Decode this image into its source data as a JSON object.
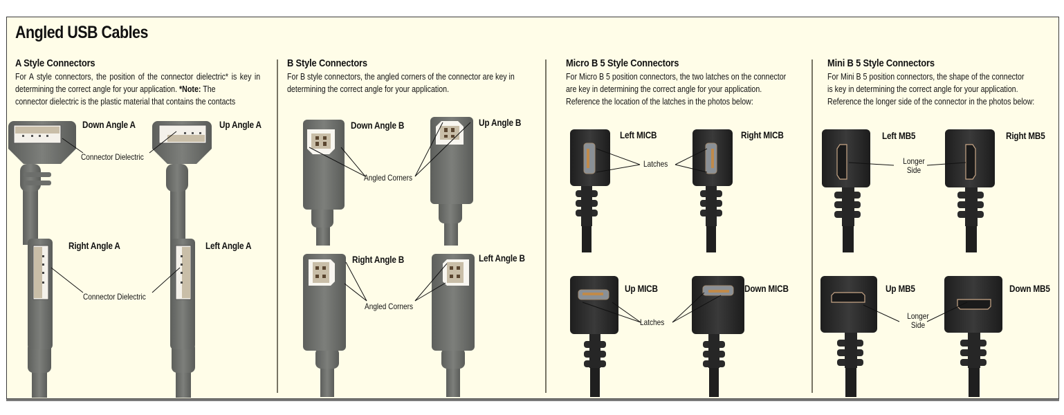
{
  "title": "Angled USB Cables",
  "colors": {
    "panel_bg": "#fffde8",
    "border": "#3a3a3a",
    "divider": "#777464",
    "gray_connector": "#6f716e",
    "black_connector": "#2b2b2b",
    "dielectric": "#f4f1ea",
    "contacts": "#8a7356"
  },
  "columns": [
    {
      "heading": "A Style Connectors",
      "desc_lines": [
        "For A style connectors, the position of the connector dielectric* is key in",
        "determining the correct angle for your application.",
        "*Note:",
        "The",
        "connector dielectric is the plastic material that contains the contacts"
      ],
      "items": [
        {
          "label": "Down Angle A"
        },
        {
          "label": "Up Angle A"
        },
        {
          "label": "Right Angle A"
        },
        {
          "label": "Left Angle A"
        }
      ],
      "callouts": [
        "Connector Dielectric",
        "Connector Dielectric"
      ]
    },
    {
      "heading": "B Style Connectors",
      "desc_lines": [
        "For B style connectors, the angled corners of the connector are key in",
        "determining the correct angle for your application."
      ],
      "items": [
        {
          "label": "Down Angle B"
        },
        {
          "label": "Up Angle B"
        },
        {
          "label": "Right Angle B"
        },
        {
          "label": "Left Angle B"
        }
      ],
      "callouts": [
        "Angled Corners",
        "Angled Corners"
      ]
    },
    {
      "heading": "Micro B 5 Style Connectors",
      "desc_lines": [
        "For Micro B 5 position connectors, the two latches on the connector",
        "are key in determining the correct angle for your application.",
        "Reference the location of the latches in the photos below:"
      ],
      "items": [
        {
          "label": "Left MICB"
        },
        {
          "label": "Right MICB"
        },
        {
          "label": "Up MICB"
        },
        {
          "label": "Down MICB"
        }
      ],
      "callouts": [
        "Latches",
        "Latches"
      ]
    },
    {
      "heading": "Mini B 5 Style Connectors",
      "desc_lines": [
        "For Mini B 5 position connectors, the shape of the connector",
        "is key in determining the correct angle for your application.",
        "Reference the longer side of the connector in the photos below:"
      ],
      "items": [
        {
          "label": "Left MB5"
        },
        {
          "label": "Right MB5"
        },
        {
          "label": "Up MB5"
        },
        {
          "label": "Down MB5"
        }
      ],
      "callouts": [
        "Longer Side",
        "Longer Side"
      ]
    }
  ]
}
